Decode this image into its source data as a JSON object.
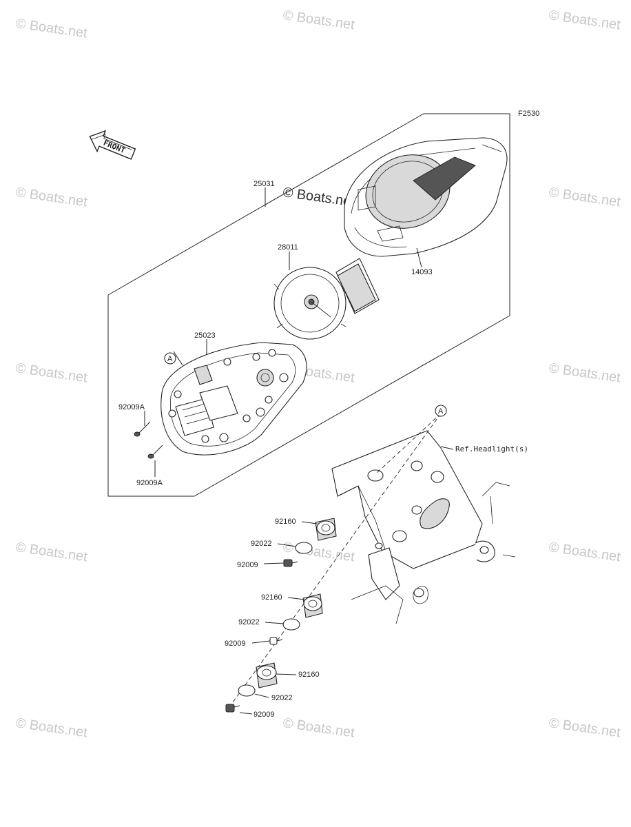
{
  "diagram_code": "F2530",
  "front_label": "FRONT",
  "callout_letter": "A",
  "reference_label": "Ref.Headlight(s)",
  "watermark_text": "© Boats.net",
  "parts": {
    "meter_assy": "25031",
    "meter_case_cover": "14093",
    "dial_speedometer": "28011",
    "case_lower": "25023",
    "screw_a_upper": "92009A",
    "screw_a_lower": "92009A",
    "damper_1": "92160",
    "washer_1": "92022",
    "screw_1": "92009",
    "damper_2": "92160",
    "washer_2": "92022",
    "screw_2": "92009",
    "damper_3": "92160",
    "washer_3": "92022",
    "screw_3": "92009"
  }
}
